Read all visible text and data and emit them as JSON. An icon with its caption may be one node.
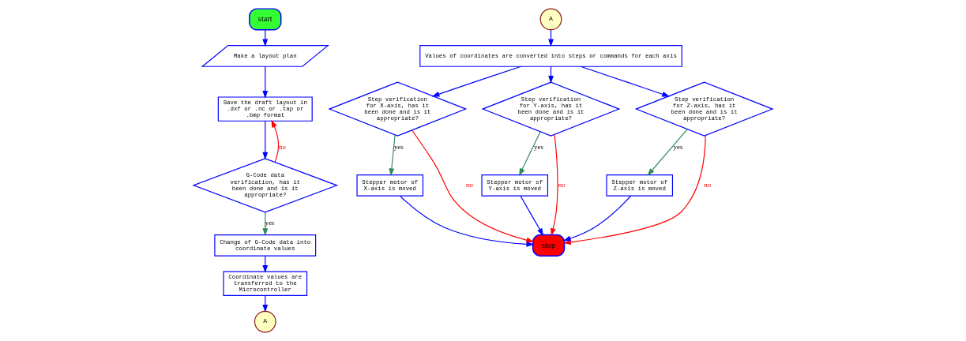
{
  "diagram": {
    "nodes": [
      {
        "text": [
          "start"
        ]
      },
      {
        "text": [
          "Make a layout plan"
        ]
      },
      {
        "text": [
          "Save the draft layout in .dxf or .nc or .tap or .bmp format"
        ]
      },
      {
        "text": [
          "G-Code data verification, has it been done and is it appropriate?"
        ]
      },
      {
        "text": [
          "Change of G-Code data into coordinate values"
        ]
      },
      {
        "text": [
          "Coordinate values are transferred to the Microcontroller"
        ]
      },
      {
        "text": [
          "A"
        ]
      },
      {
        "text": [
          "A"
        ]
      },
      {
        "text": [
          "Values of coordinates are converted into steps or commands for each axis"
        ]
      },
      {
        "text": [
          "Step verification for X-axis, has it been done and is it appropriate?"
        ]
      },
      {
        "text": [
          "Step verification for Y-axis, has it been done and is it appropriate?"
        ]
      },
      {
        "text": [
          "Step verification for Z-axis, has it been done and is it appropriate?"
        ]
      },
      {
        "text": [
          "Stepper motor of X-axis is moved"
        ]
      },
      {
        "text": [
          "Stepper motor of Y-axis is moved"
        ]
      },
      {
        "text": [
          "Stepper motor of Z-axis is moved"
        ]
      },
      {
        "text": [
          "stop"
        ]
      }
    ],
    "edges": [
      {
        "from": 0,
        "to": 1,
        "arrow": "to"
      },
      {
        "from": 1,
        "to": 2,
        "arrow": "to"
      },
      {
        "from": 2,
        "to": 3,
        "arrow": "to"
      },
      {
        "from": 3,
        "to": 2,
        "arrow": "to",
        "label": "no",
        "color": "#ff0000"
      },
      {
        "from": 3,
        "to": 4,
        "arrow": "to",
        "label": "yes",
        "color": "#2e8b57"
      },
      {
        "from": 4,
        "to": 5,
        "arrow": "to"
      },
      {
        "from": 5,
        "to": 6,
        "arrow": "to"
      },
      {
        "from": 7,
        "to": 8,
        "arrow": "to"
      },
      {
        "from": 8,
        "to": 9,
        "arrow": "to"
      },
      {
        "from": 8,
        "to": 10,
        "arrow": "to"
      },
      {
        "from": 8,
        "to": 11,
        "arrow": "to"
      },
      {
        "from": 9,
        "to": 12,
        "arrow": "to",
        "label": "yes",
        "color": "#2e8b57"
      },
      {
        "from": 10,
        "to": 13,
        "arrow": "to",
        "label": "yes",
        "color": "#2e8b57"
      },
      {
        "from": 11,
        "to": 14,
        "arrow": "to",
        "label": "yes",
        "color": "#2e8b57"
      },
      {
        "from": 9,
        "to": 15,
        "arrow": "to",
        "label": "no",
        "color": "#ff0000"
      },
      {
        "from": 10,
        "to": 15,
        "arrow": "to",
        "label": "no",
        "color": "#ff0000"
      },
      {
        "from": 11,
        "to": 15,
        "arrow": "to",
        "label": "no",
        "color": "#ff0000"
      },
      {
        "from": 12,
        "to": 15,
        "arrow": "to"
      },
      {
        "from": 13,
        "to": 15,
        "arrow": "to"
      },
      {
        "from": 14,
        "to": 15,
        "arrow": "to"
      }
    ]
  }
}
